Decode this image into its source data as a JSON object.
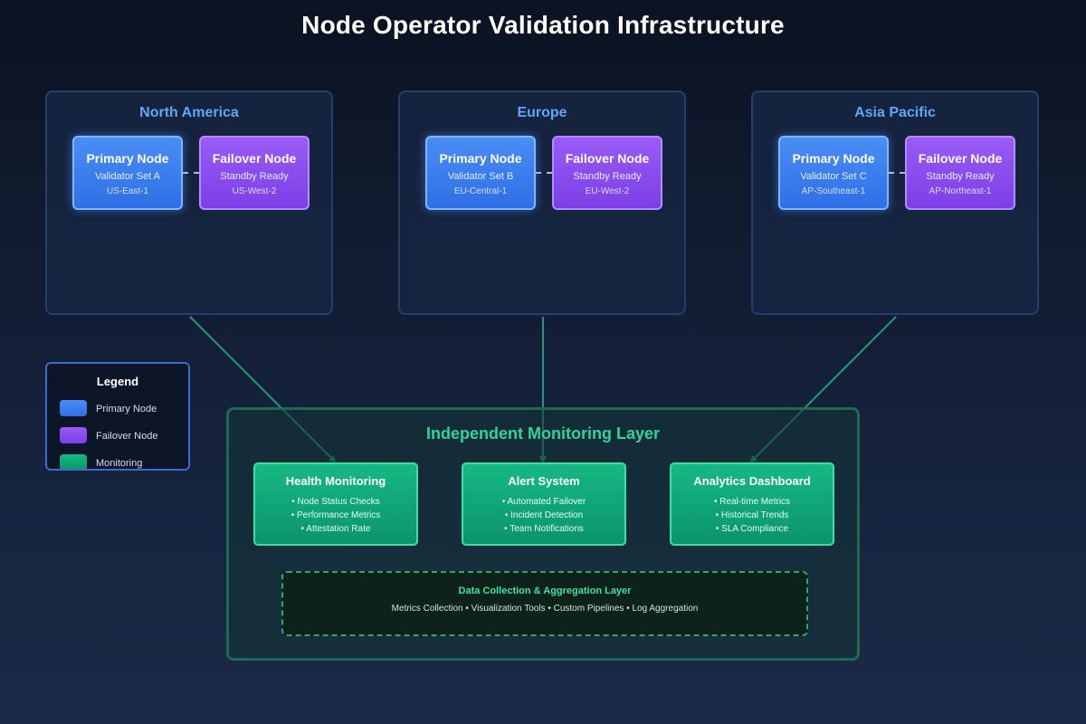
{
  "title": "Node Operator Validation Infrastructure",
  "colors": {
    "primary": "#3b82f6",
    "failover": "#8b5cf6",
    "monitoring": "#10b981",
    "region_title": "#5ea8f5",
    "monitor_title": "#2fd39b",
    "connector": "#1f9b78"
  },
  "regions": [
    {
      "name": "North America",
      "primary": {
        "title": "Primary Node",
        "subtitle": "Validator Set A",
        "location": "US-East-1"
      },
      "failover": {
        "title": "Failover Node",
        "subtitle": "Standby Ready",
        "location": "US-West-2"
      }
    },
    {
      "name": "Europe",
      "primary": {
        "title": "Primary Node",
        "subtitle": "Validator Set B",
        "location": "EU-Central-1"
      },
      "failover": {
        "title": "Failover Node",
        "subtitle": "Standby Ready",
        "location": "EU-West-2"
      }
    },
    {
      "name": "Asia Pacific",
      "primary": {
        "title": "Primary Node",
        "subtitle": "Validator Set C",
        "location": "AP-Southeast-1"
      },
      "failover": {
        "title": "Failover Node",
        "subtitle": "Standby Ready",
        "location": "AP-Northeast-1"
      }
    }
  ],
  "legend": {
    "title": "Legend",
    "items": [
      {
        "label": "Primary Node",
        "color": "#3b82f6"
      },
      {
        "label": "Failover Node",
        "color": "#8b5cf6"
      },
      {
        "label": "Monitoring",
        "color": "#10b981"
      }
    ]
  },
  "monitoring": {
    "title": "Independent Monitoring Layer",
    "cards": [
      {
        "title": "Health Monitoring",
        "items": [
          "Node Status Checks",
          "Performance Metrics",
          "Attestation Rate"
        ]
      },
      {
        "title": "Alert System",
        "items": [
          "Automated Failover",
          "Incident Detection",
          "Team Notifications"
        ]
      },
      {
        "title": "Analytics Dashboard",
        "items": [
          "Real-time Metrics",
          "Historical Trends",
          "SLA Compliance"
        ]
      }
    ],
    "aggregation": {
      "title": "Data Collection & Aggregation Layer",
      "items": "Metrics Collection • Visualization Tools • Custom Pipelines • Log Aggregation"
    }
  }
}
